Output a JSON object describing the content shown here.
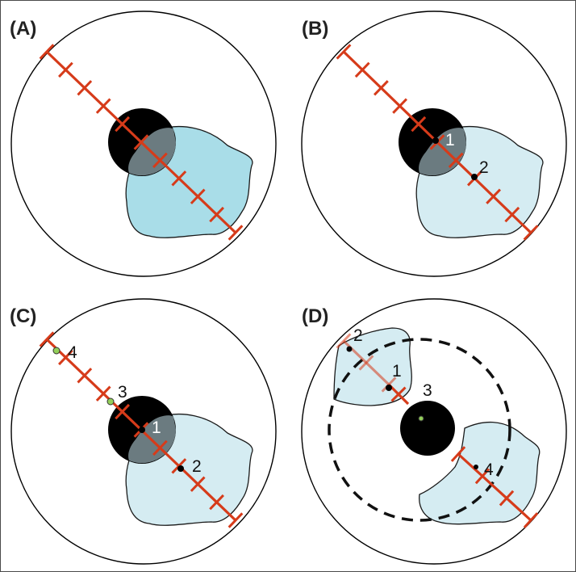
{
  "colors": {
    "outline": "#000000",
    "lesion_dark": "#a9dde8",
    "lesion_light": "#d5ecf2",
    "lesion_stroke": "#1a1a1a",
    "scale_line": "#d63b1a",
    "optic_disc": "#000000",
    "disc_overlap": "#6b7b80",
    "marker": "#000000",
    "marker_green": "#93cf5a",
    "ring": "#111111",
    "label_dark": "#111111",
    "label_light": "#ffffff"
  },
  "panels": {
    "a": {
      "label": "(A)"
    },
    "b": {
      "label": "(B)",
      "points": {
        "p1": "1",
        "p2": "2"
      }
    },
    "c": {
      "label": "(C)",
      "points": {
        "p1": "1",
        "p2": "2",
        "p3": "3",
        "p4": "4"
      }
    },
    "d": {
      "label": "(D)",
      "points": {
        "p1": "1",
        "p2": "2",
        "p3": "3",
        "p4": "4"
      }
    }
  }
}
